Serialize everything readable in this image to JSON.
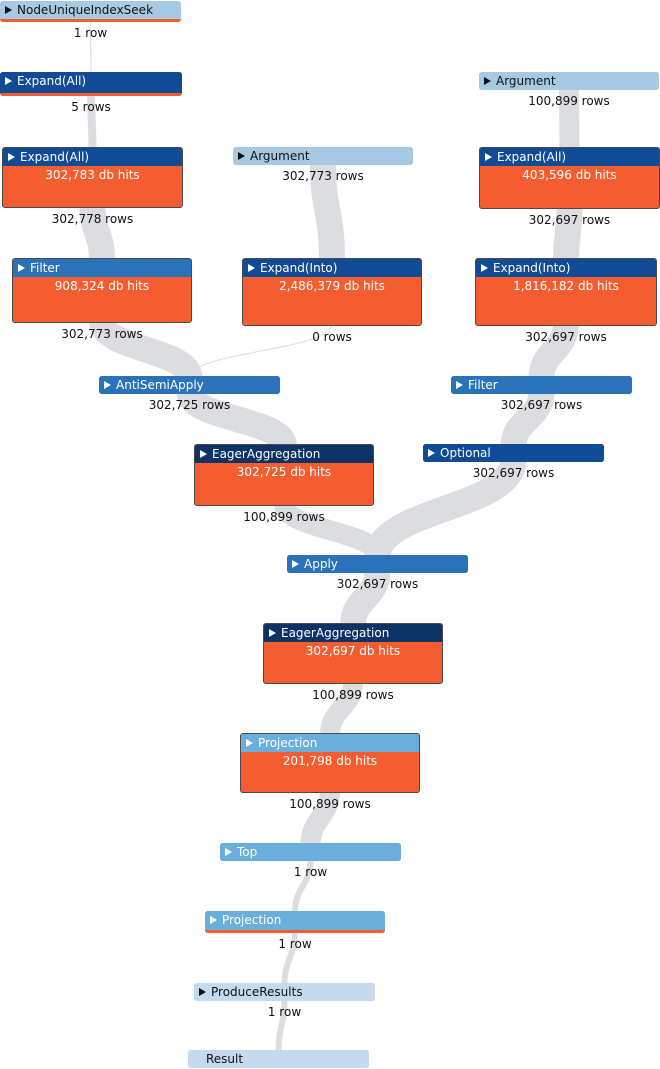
{
  "colors": {
    "flow": "#dcdde0",
    "hits": "#f35d2f",
    "text_dark": "#111111",
    "text_light": "#ffffff"
  },
  "nodes": [
    {
      "id": "n1",
      "label": "NodeUniqueIndexSeek",
      "rows": "1 row",
      "hits": "",
      "hdr": "#a6cae4",
      "tc": "dark",
      "hl": true
    },
    {
      "id": "n2",
      "label": "Expand(All)",
      "rows": "5 rows",
      "hits": "",
      "hdr": "#114b95",
      "tc": "light",
      "hl": true
    },
    {
      "id": "n3",
      "label": "Expand(All)",
      "rows": "302,778 rows",
      "hits": "302,783 db hits",
      "hdr": "#114b95",
      "tc": "light",
      "hl": false
    },
    {
      "id": "n4",
      "label": "Filter",
      "rows": "302,773 rows",
      "hits": "908,324 db hits",
      "hdr": "#2a73b8",
      "tc": "light",
      "hl": false
    },
    {
      "id": "n5",
      "label": "Argument",
      "rows": "302,773 rows",
      "hits": "",
      "hdr": "#a6cae4",
      "tc": "dark",
      "hl": false
    },
    {
      "id": "n6",
      "label": "Expand(Into)",
      "rows": "0 rows",
      "hits": "2,486,379 db hits",
      "hdr": "#114b95",
      "tc": "light",
      "hl": false
    },
    {
      "id": "n7",
      "label": "Argument",
      "rows": "100,899 rows",
      "hits": "",
      "hdr": "#a6cae4",
      "tc": "dark",
      "hl": false
    },
    {
      "id": "n8",
      "label": "Expand(All)",
      "rows": "302,697 rows",
      "hits": "403,596 db hits",
      "hdr": "#114b95",
      "tc": "light",
      "hl": false
    },
    {
      "id": "n9",
      "label": "Expand(Into)",
      "rows": "302,697 rows",
      "hits": "1,816,182 db hits",
      "hdr": "#114b95",
      "tc": "light",
      "hl": false
    },
    {
      "id": "n10",
      "label": "AntiSemiApply",
      "rows": "302,725 rows",
      "hits": "",
      "hdr": "#2a73b8",
      "tc": "light",
      "hl": false
    },
    {
      "id": "n11",
      "label": "Filter",
      "rows": "302,697 rows",
      "hits": "",
      "hdr": "#2a73b8",
      "tc": "light",
      "hl": false
    },
    {
      "id": "n12",
      "label": "EagerAggregation",
      "rows": "100,899 rows",
      "hits": "302,725 db hits",
      "hdr": "#0d3266",
      "tc": "light",
      "hl": false
    },
    {
      "id": "n13",
      "label": "Optional",
      "rows": "302,697 rows",
      "hits": "",
      "hdr": "#114b95",
      "tc": "light",
      "hl": false
    },
    {
      "id": "n14",
      "label": "Apply",
      "rows": "302,697 rows",
      "hits": "",
      "hdr": "#2a73b8",
      "tc": "light",
      "hl": false
    },
    {
      "id": "n15",
      "label": "EagerAggregation",
      "rows": "100,899 rows",
      "hits": "302,697 db hits",
      "hdr": "#0d3266",
      "tc": "light",
      "hl": false
    },
    {
      "id": "n16",
      "label": "Projection",
      "rows": "100,899 rows",
      "hits": "201,798 db hits",
      "hdr": "#6aaedc",
      "tc": "light",
      "hl": false
    },
    {
      "id": "n17",
      "label": "Top",
      "rows": "1 row",
      "hits": "",
      "hdr": "#6aaedc",
      "tc": "light",
      "hl": false
    },
    {
      "id": "n18",
      "label": "Projection",
      "rows": "1 row",
      "hits": "",
      "hdr": "#6aaedc",
      "tc": "light",
      "hl": true
    },
    {
      "id": "n19",
      "label": "ProduceResults",
      "rows": "1 row",
      "hits": "",
      "hdr": "#c5d9ef",
      "tc": "dark",
      "hl": false
    },
    {
      "id": "n20",
      "label": "Result",
      "rows": "",
      "hits": "",
      "hdr": "#c5d9ef",
      "tc": "dark",
      "hl": false
    }
  ],
  "edges": [
    {
      "from": "n1",
      "to": "n2",
      "w": 1
    },
    {
      "from": "n2",
      "to": "n3",
      "w": 8
    },
    {
      "from": "n3",
      "to": "n4",
      "w": 26
    },
    {
      "from": "n4",
      "to": "n10",
      "w": 26
    },
    {
      "from": "n5",
      "to": "n6",
      "w": 26
    },
    {
      "from": "n6",
      "to": "n10",
      "w": 1
    },
    {
      "from": "n10",
      "to": "n12",
      "w": 26
    },
    {
      "from": "n7",
      "to": "n8",
      "w": 20
    },
    {
      "from": "n8",
      "to": "n9",
      "w": 26
    },
    {
      "from": "n9",
      "to": "n11",
      "w": 26
    },
    {
      "from": "n11",
      "to": "n13",
      "w": 26
    },
    {
      "from": "n12",
      "to": "n14",
      "w": 20
    },
    {
      "from": "n13",
      "to": "n14",
      "w": 26
    },
    {
      "from": "n14",
      "to": "n15",
      "w": 26
    },
    {
      "from": "n15",
      "to": "n16",
      "w": 20
    },
    {
      "from": "n16",
      "to": "n17",
      "w": 20
    },
    {
      "from": "n17",
      "to": "n18",
      "w": 6
    },
    {
      "from": "n18",
      "to": "n19",
      "w": 6
    },
    {
      "from": "n19",
      "to": "n20",
      "w": 6
    }
  ]
}
